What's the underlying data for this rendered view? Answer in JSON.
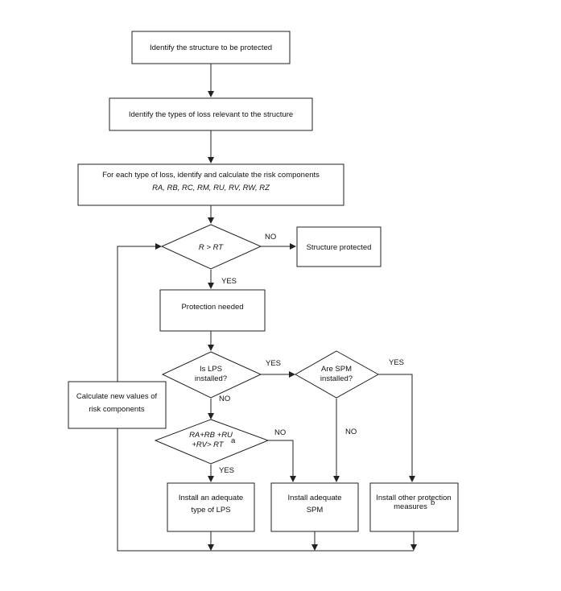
{
  "nodes": {
    "identify_structure": "Identify the structure to be protected",
    "identify_loss": "Identify the types of loss relevant to the structure",
    "calc_risk_line1": "For each type of loss, identify and calculate the risk components",
    "calc_risk_line2": "RA, RB, RC, RM, RU, RV, RW, RZ",
    "decision_r_gt_rt": "R > RT",
    "structure_protected": "Structure protected",
    "protection_needed": "Protection needed",
    "lps_q_line1": "Is LPS",
    "lps_q_line2": "installed?",
    "spm_q_line1": "Are SPM",
    "spm_q_line2": "installed?",
    "calc_new_line1": "Calculate new values of",
    "calc_new_line2": "risk components",
    "sum_q_line1": "RA+RB +RU",
    "sum_q_line2": "+RV> RT",
    "sum_q_note": "a",
    "install_lps_line1": "Install an adequate",
    "install_lps_line2": "type of LPS",
    "install_spm_line1": "Install adequate",
    "install_spm_line2": "SPM",
    "install_other_line1": "Install other protection",
    "install_other_line2": "measures",
    "install_other_note": "b"
  },
  "edges": {
    "no_to_protected": "NO",
    "yes_to_protection": "YES",
    "lps_yes": "YES",
    "lps_no": "NO",
    "spm_yes": "YES",
    "spm_no": "NO",
    "sum_no": "NO",
    "sum_yes": "YES"
  }
}
